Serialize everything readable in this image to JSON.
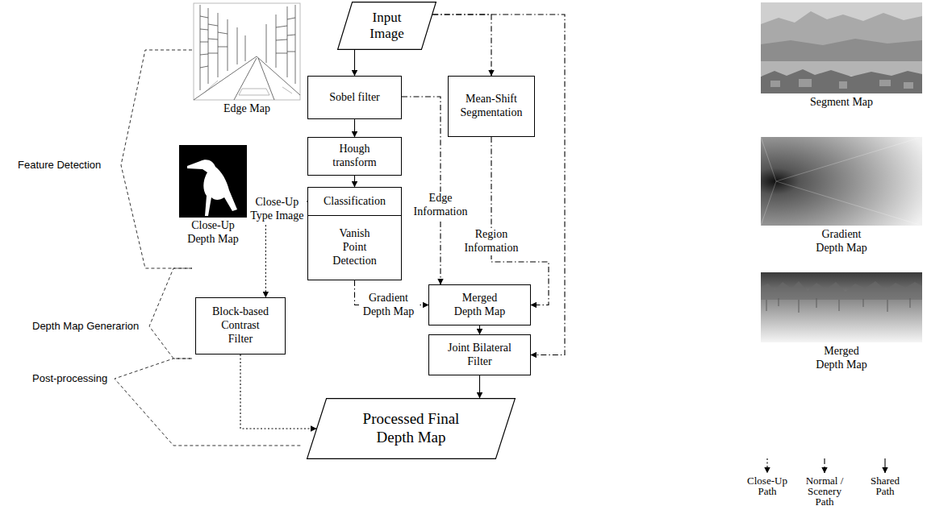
{
  "diagram": {
    "nodes": [
      {
        "text": [
          "Input Image"
        ]
      },
      {
        "text": [
          "Sobel filter"
        ]
      },
      {
        "text": [
          "Mean-Shift Segmentation"
        ]
      },
      {
        "text": [
          "Hough transform"
        ]
      },
      {
        "text": [
          "Classification"
        ]
      },
      {
        "text": [
          "Vanish Point Detection"
        ]
      },
      {
        "text": [
          "Block-based Contrast Filter"
        ]
      },
      {
        "text": [
          "Merged Depth Map"
        ]
      },
      {
        "text": [
          "Joint Bilateral Filter"
        ]
      },
      {
        "text": [
          "Processed Final Depth Map"
        ]
      }
    ],
    "edges": [
      {
        "from": 0,
        "to": 1,
        "arrow": "to"
      },
      {
        "from": 0,
        "to": 2,
        "arrow": "to"
      },
      {
        "from": 0,
        "to": 8,
        "arrow": "to"
      },
      {
        "from": 1,
        "to": 3,
        "arrow": "to"
      },
      {
        "from": 3,
        "to": 4,
        "arrow": "to"
      },
      {
        "from": 4,
        "to": 6,
        "label": "Close-Up Type Image",
        "arrow": "to"
      },
      {
        "from": 1,
        "to": 7,
        "label": "Edge Information",
        "arrow": "to"
      },
      {
        "from": 2,
        "to": 7,
        "label": "Region Information",
        "arrow": "to"
      },
      {
        "from": 5,
        "to": 7,
        "label": "Gradient Depth Map",
        "arrow": "to"
      },
      {
        "from": 7,
        "to": 8,
        "arrow": "to"
      },
      {
        "from": 8,
        "to": 9,
        "arrow": "to"
      },
      {
        "from": 6,
        "to": 9,
        "arrow": "to"
      }
    ],
    "labels": [
      "Edge Map",
      "Feature Detection",
      "Close-Up Depth Map",
      "Segment Map",
      "Gradient Depth Map",
      "Merged Depth Map",
      "Depth Map Generarion",
      "Post-processing"
    ],
    "legend": [
      {
        "text": "Close-Up Path"
      },
      {
        "text": "Normal / Scenery Path"
      },
      {
        "text": "Shared Path"
      }
    ]
  }
}
